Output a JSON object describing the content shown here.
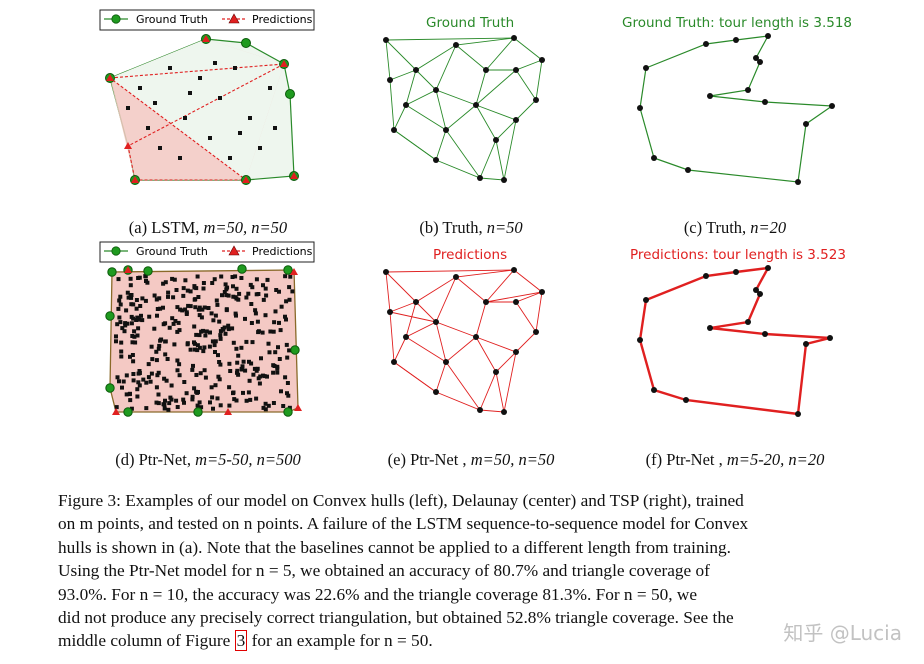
{
  "legend": {
    "ground_truth": "Ground Truth",
    "predictions": "Predictions"
  },
  "panels": {
    "a": {
      "caption_prefix": "(a) LSTM, ",
      "caption_vars": "m=50, n=50"
    },
    "b": {
      "title": "Ground Truth",
      "caption_prefix": "(b) Truth, ",
      "caption_vars": "n=50"
    },
    "c": {
      "title": "Ground Truth: tour length is 3.518",
      "caption_prefix": "(c) Truth, ",
      "caption_vars": "n=20"
    },
    "d": {
      "caption_prefix": "(d) Ptr-Net, ",
      "caption_vars": "m=5-50, n=500"
    },
    "e": {
      "title": "Predictions",
      "caption_prefix": "(e) Ptr-Net , ",
      "caption_vars": "m=50, n=50"
    },
    "f": {
      "title": "Predictions: tour length is 3.523",
      "caption_prefix": "(f) Ptr-Net , ",
      "caption_vars": "m=5-20, n=20"
    }
  },
  "figure_caption": {
    "line1": "Figure 3: Examples of our model on Convex hulls (left), Delaunay (center) and TSP (right), trained",
    "line2": "on m points, and tested on n points. A failure of the LSTM sequence-to-sequence model for Convex",
    "line3": "hulls is shown in (a). Note that the baselines cannot be applied to a different length from training.",
    "line4": "Using the Ptr-Net model for n = 5, we obtained an accuracy of 80.7% and triangle coverage of",
    "line5": "93.0%. For n = 10, the accuracy was 22.6% and the triangle coverage 81.3%. For n = 50, we",
    "line6": "did not produce any precisely correct triangulation, but obtained 52.8% triangle coverage. See the",
    "line7_pre": "middle column of Figure ",
    "line7_ref": "3",
    "line7_post": " for an example for n = 50."
  },
  "watermark": "知乎 @Lucia",
  "colors": {
    "green": "#2a8a2a",
    "red": "#e02020",
    "pink_fill": "#f4c9c4",
    "green_fill": "#eef6ee",
    "marker_green": "#1f9a1f"
  }
}
